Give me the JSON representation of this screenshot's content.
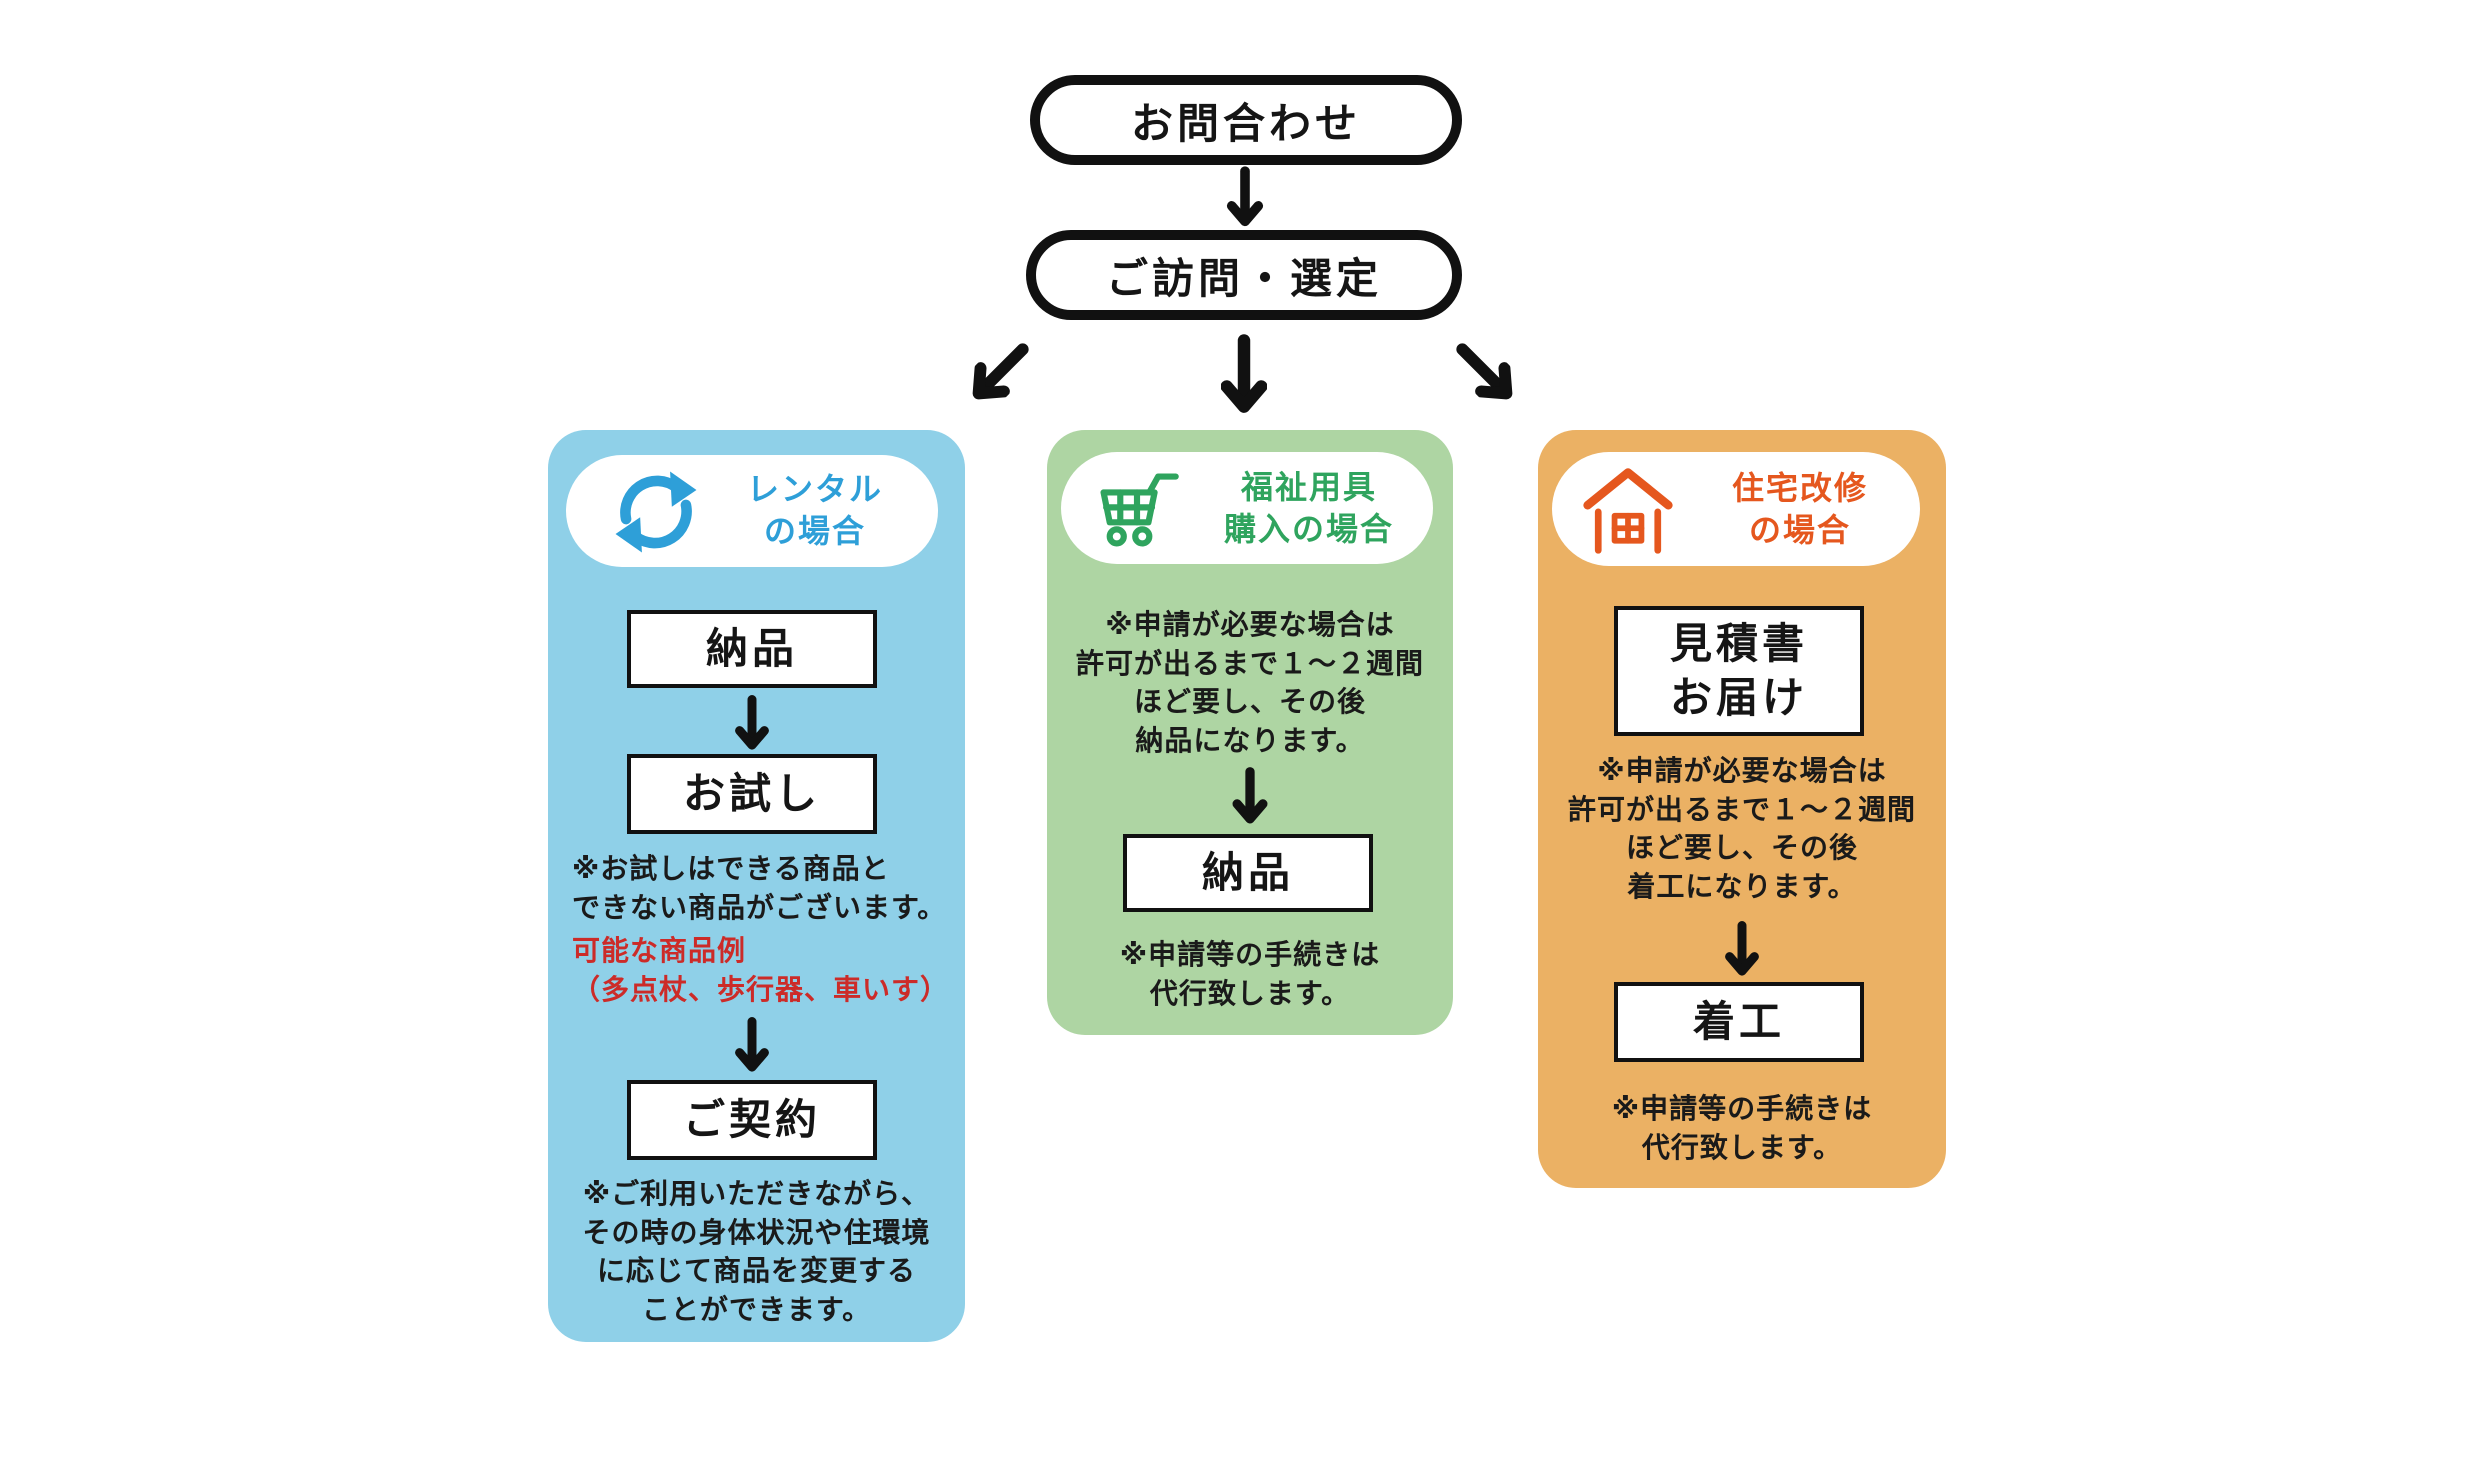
{
  "flow": {
    "step1_label": "お問合わせ",
    "step2_label": "ご訪問・選定"
  },
  "colors": {
    "outline": "#111111",
    "note_red": "#CC2B28",
    "rental_bg": "#8FD0E8",
    "rental_accent": "#2E9FD8",
    "purchase_bg": "#AED5A3",
    "purchase_accent": "#2FA45E",
    "renovation_bg": "#EBB164",
    "renovation_accent": "#E5571E"
  },
  "cards": {
    "rental": {
      "icon": "refresh-cycle-icon",
      "title": "レンタル\nの場合",
      "box_delivery": "納品",
      "box_trial": "お試し",
      "note_trial": "※お試しはできる商品と\nできない商品がございます。",
      "note_examples": "可能な商品例\n（多点杖、歩行器、車いす）",
      "box_contract": "ご契約",
      "note_contract": "※ご利用いただきながら、\nその時の身体状況や住環境\nに応じて商品を変更する\nことができます。"
    },
    "purchase": {
      "icon": "shopping-cart-icon",
      "title": "福祉用具\n購入の場合",
      "note_application": "※申請が必要な場合は\n許可が出るまで１～２週間\nほど要し、その後\n納品になります。",
      "box_delivery": "納品",
      "note_proxy": "※申請等の手続きは\n代行致します。"
    },
    "renovation": {
      "icon": "house-icon",
      "title": "住宅改修\nの場合",
      "box_estimate": "見積書\nお届け",
      "note_application": "※申請が必要な場合は\n許可が出るまで１～２週間\nほど要し、その後\n着工になります。",
      "box_start": "着工",
      "note_proxy": "※申請等の手続きは\n代行致します。"
    }
  }
}
